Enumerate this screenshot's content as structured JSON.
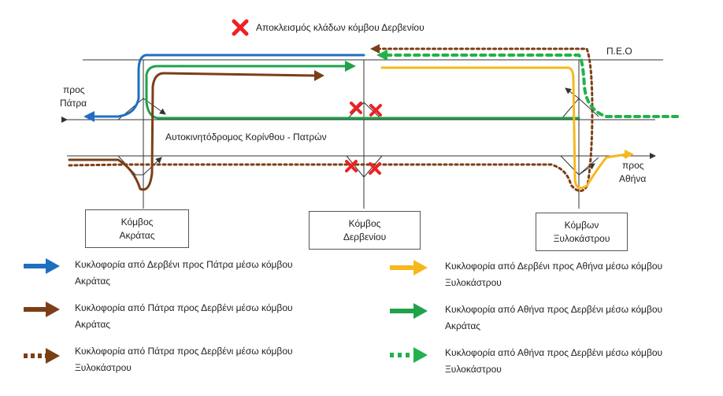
{
  "title": "Αποκλεισμός κλάδων κόμβου Δερβενίου",
  "labels": {
    "peo": "Π.Ε.Ο",
    "motorway": "Αυτοκινητόδρομος Κορίνθου - Πατρών",
    "to_patra_line1": "προς",
    "to_patra_line2": "Πάτρα",
    "to_athina_line1": "προς",
    "to_athina_line2": "Αθήνα"
  },
  "junctions": [
    {
      "line1": "Κόμβος",
      "line2": "Ακράτας"
    },
    {
      "line1": "Κόμβος",
      "line2": "Δερβενίου"
    },
    {
      "line1": "Κόμβων",
      "line2": "Ξυλοκάστρου"
    }
  ],
  "colors": {
    "blue": "#1f6fc1",
    "brown": "#7b3f16",
    "yellow": "#f7b81c",
    "green": "#1fa24a",
    "green_dotted": "#22b14c",
    "red": "#ee2222",
    "road": "#333333"
  },
  "legend": [
    {
      "text_line1": "Κυκλοφορία από Δερβένι προς Πάτρα μέσω κόμβου",
      "text_line2": "Ακράτας",
      "color": "#1f6fc1",
      "style": "solid"
    },
    {
      "text_line1": "Κυκλοφορία από Πάτρα προς Δερβένι μέσω κόμβου",
      "text_line2": "Ακράτας",
      "color": "#7b3f16",
      "style": "solid"
    },
    {
      "text_line1": "Κυκλοφορία από Πάτρα προς Δερβένι μέσω κόμβου",
      "text_line2": "Ξυλοκάστρου",
      "color": "#7b3f16",
      "style": "dotted"
    },
    {
      "text_line1": "Κυκλοφορία από Δερβένι προς Αθήνα μέσω κόμβου",
      "text_line2": "Ξυλοκάστρου",
      "color": "#f7b81c",
      "style": "solid"
    },
    {
      "text_line1": "Κυκλοφορία από Αθήνα προς Δερβένι μέσω κόμβου",
      "text_line2": "Ακράτας",
      "color": "#1fa24a",
      "style": "solid"
    },
    {
      "text_line1": "Κυκλοφορία από Αθήνα προς Δερβένι μέσω κόμβου",
      "text_line2": "Ξυλοκάστρου",
      "color": "#22b14c",
      "style": "dotted"
    }
  ]
}
